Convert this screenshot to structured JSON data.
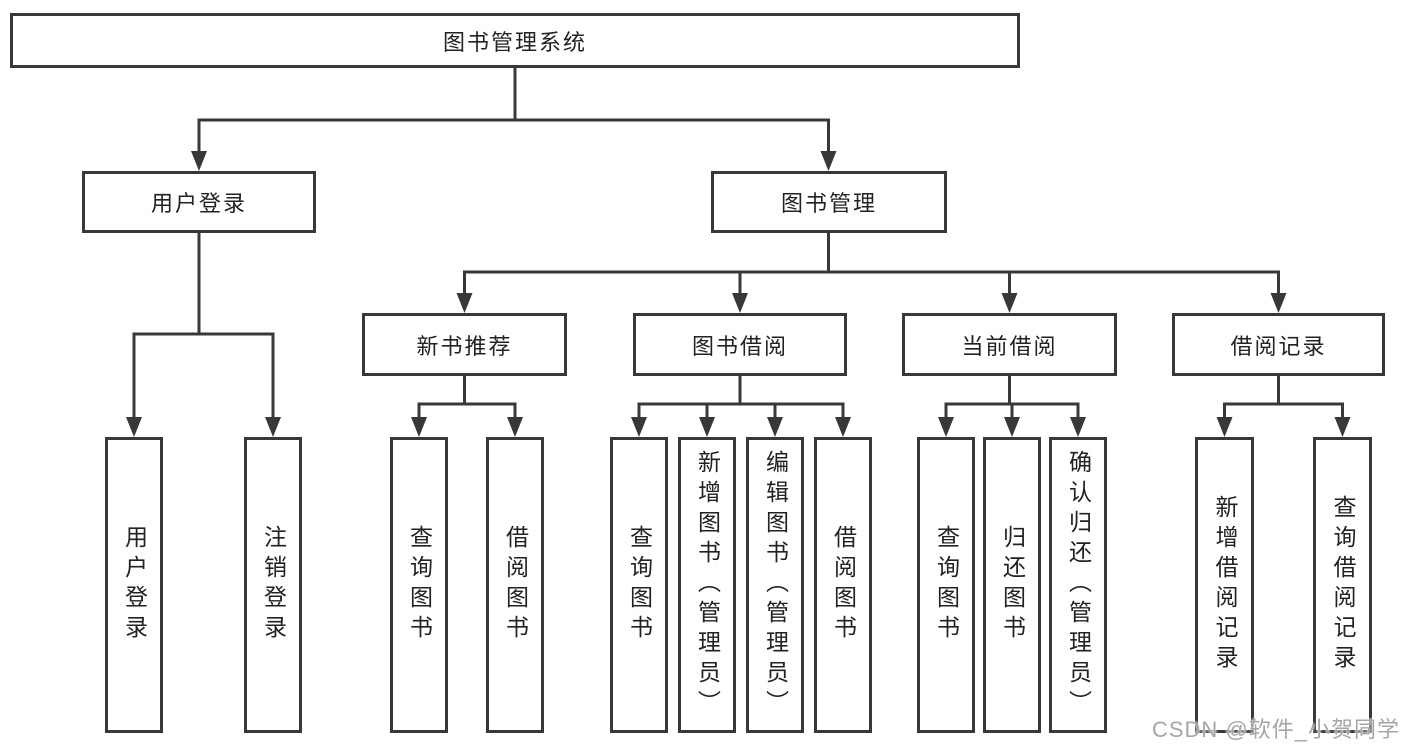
{
  "diagram": {
    "root": {
      "label": "图书管理系统",
      "children": [
        {
          "label": "用户登录",
          "children": [
            {
              "label": "用户登录"
            },
            {
              "label": "注销登录"
            }
          ]
        },
        {
          "label": "图书管理",
          "children": [
            {
              "label": "新书推荐",
              "children": [
                {
                  "label": "查询图书"
                },
                {
                  "label": "借阅图书"
                }
              ]
            },
            {
              "label": "图书借阅",
              "children": [
                {
                  "label": "查询图书"
                },
                {
                  "label": "新增图书（管理员）"
                },
                {
                  "label": "编辑图书（管理员）"
                },
                {
                  "label": "借阅图书"
                }
              ]
            },
            {
              "label": "当前借阅",
              "children": [
                {
                  "label": "查询图书"
                },
                {
                  "label": "归还图书"
                },
                {
                  "label": "确认归还（管理员）"
                }
              ]
            },
            {
              "label": "借阅记录",
              "children": [
                {
                  "label": "新增借阅记录"
                },
                {
                  "label": "查询借阅记录"
                }
              ]
            }
          ]
        }
      ]
    },
    "colors": {
      "line": "#383838",
      "box_border": "#383838",
      "box_fill": "#ffffff",
      "text": "#222222",
      "watermark": "#a6a6a6"
    }
  },
  "watermark": {
    "text": "CSDN @软件_小贺同学"
  }
}
